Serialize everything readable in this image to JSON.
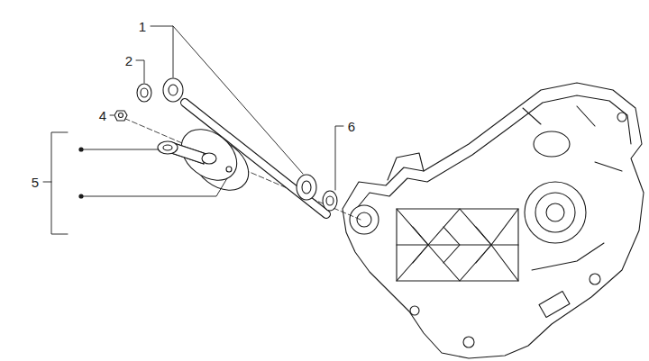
{
  "diagram": {
    "labels": [
      "1",
      "2",
      "4",
      "5",
      "6"
    ]
  }
}
